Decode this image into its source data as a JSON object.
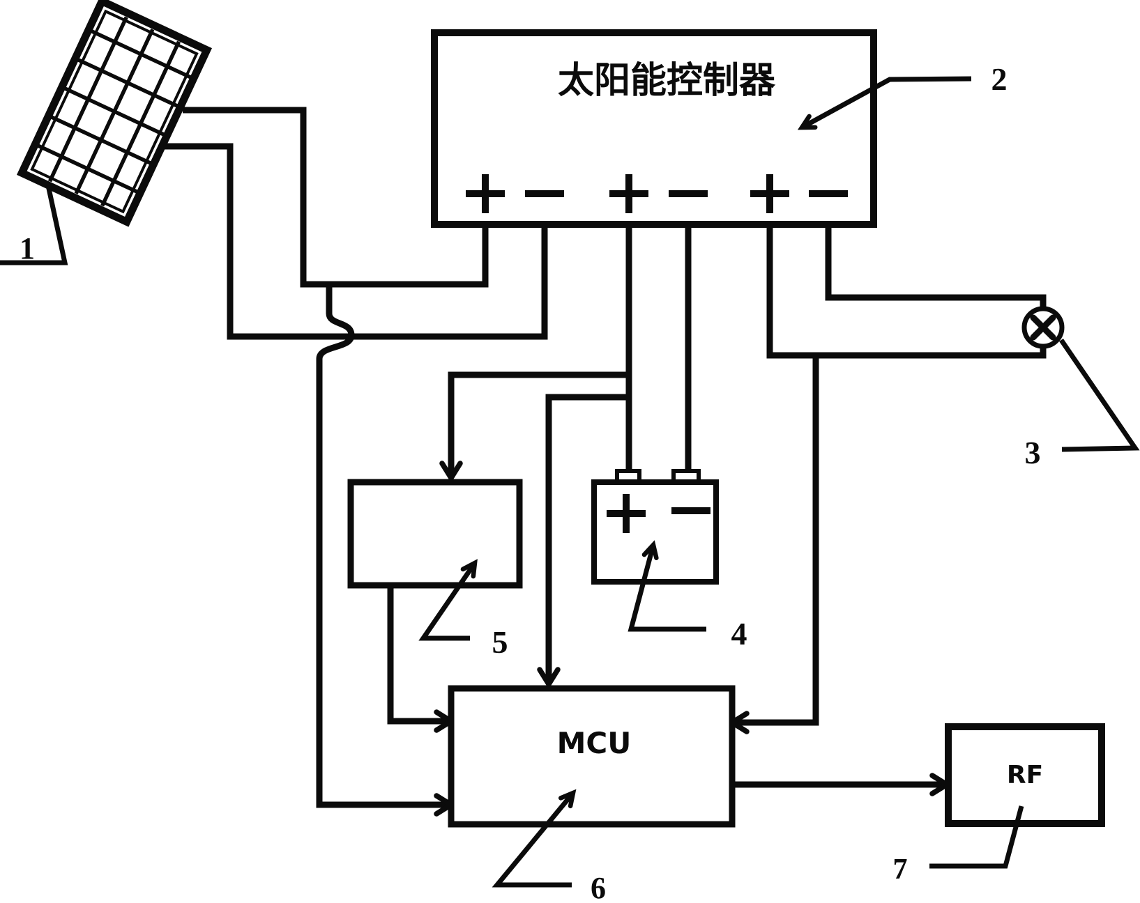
{
  "figure": {
    "background": "#ffffff",
    "ink": "#0b0b0b",
    "controller": {
      "label": "太阳能控制器",
      "ref": "2"
    },
    "solar_panel": {
      "ref": "1"
    },
    "lamp": {
      "ref": "3",
      "symbol": "x-in-circle"
    },
    "battery": {
      "ref": "4",
      "plus_symbol": "+",
      "minus_symbol": "−"
    },
    "detector_block": {
      "ref": "5"
    },
    "mcu": {
      "label": "MCU",
      "ref": "6"
    },
    "rf": {
      "label": "RF",
      "ref": "7"
    },
    "terminal_pairs": [
      {
        "plus": "+",
        "minus": "−"
      },
      {
        "plus": "+",
        "minus": "−"
      },
      {
        "plus": "+",
        "minus": "−"
      }
    ]
  }
}
